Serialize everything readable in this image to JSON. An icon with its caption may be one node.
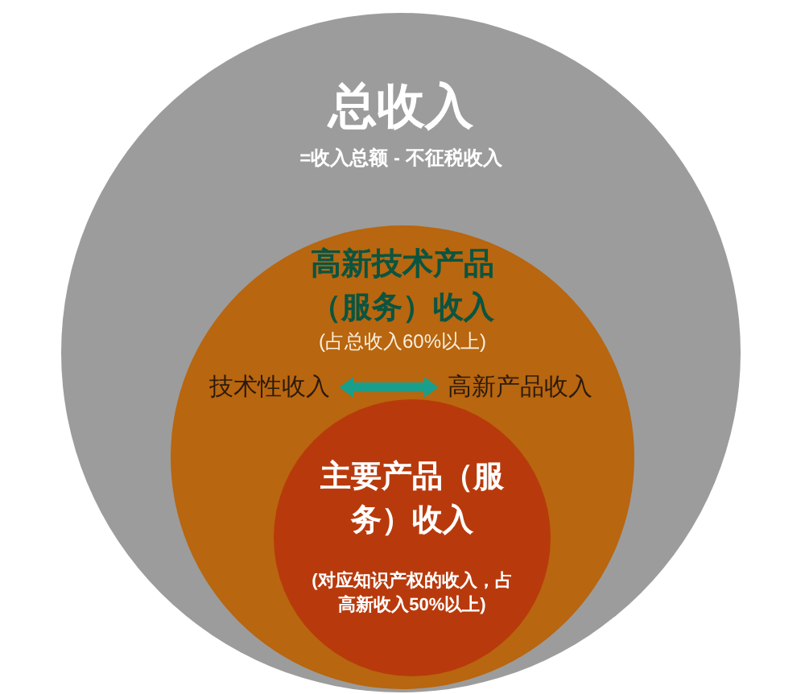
{
  "diagram": {
    "nodes": [
      {
        "text": [
          "总收入",
          "=收入总额 - 不征税收入"
        ]
      },
      {
        "text": [
          "高新技术产品（服务）收入",
          "(占总收入60%以上)"
        ],
        "in": 0
      },
      {
        "text": [
          "技术性收入"
        ],
        "in": 1
      },
      {
        "text": [
          "高新产品收入"
        ],
        "in": 1
      },
      {
        "text": [
          "主要产品（服务）收入",
          "(对应知识产权的收入，占高新收入50%以上)"
        ],
        "in": 1
      }
    ],
    "edges": [
      {
        "from": 2,
        "to": 3,
        "arrow": "both",
        "color": "#1a9e8c"
      }
    ]
  }
}
